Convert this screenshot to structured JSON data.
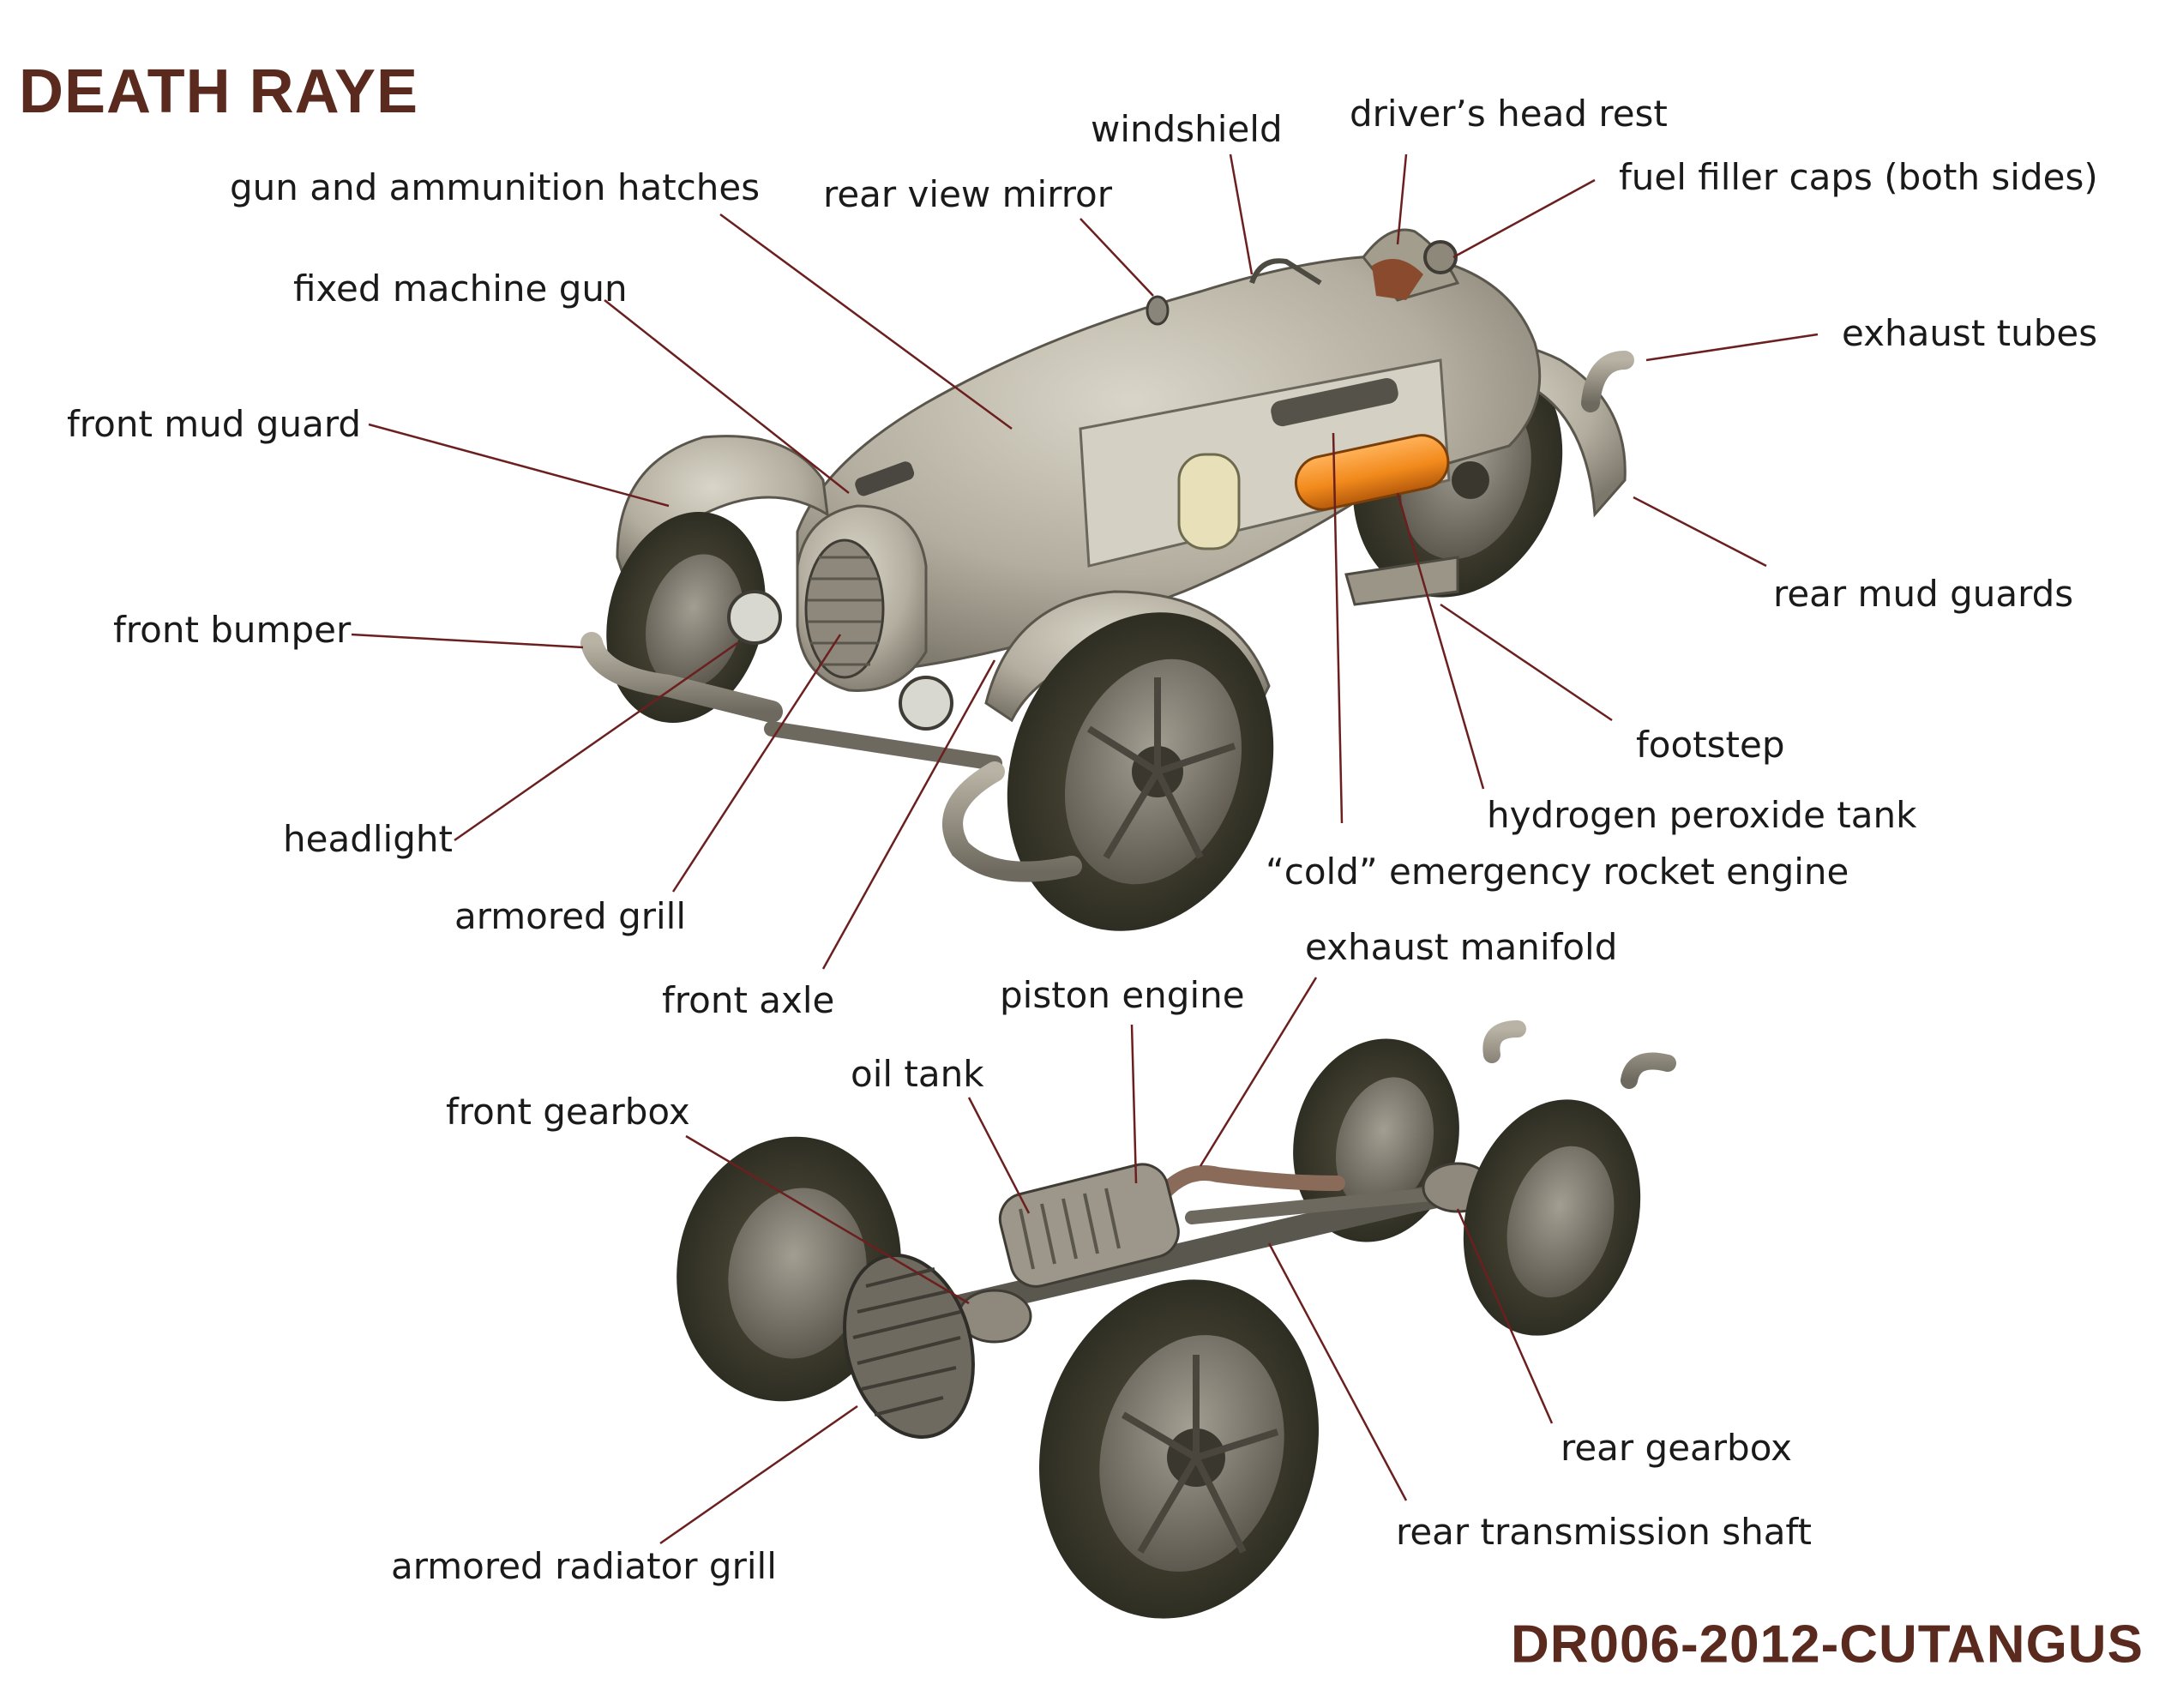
{
  "title": "DEATH RAYE",
  "footer_code": "DR006-2012-CUTANGUS",
  "colors": {
    "title": "#5a2a1e",
    "leader": "#6b1f1f",
    "body": "#bdb8a8",
    "tire": "#3b3a2e",
    "rim": "#8a857a",
    "tank": "#f28a1c"
  },
  "labels": {
    "gun_hatches": "gun and ammunition hatches",
    "rear_view_mirror": "rear view mirror",
    "windshield": "windshield",
    "head_rest": "driver’s head rest",
    "fuel_caps": "fuel filler caps (both sides)",
    "machine_gun": "fixed machine gun",
    "front_mud_guard": "front mud guard",
    "exhaust_tubes": "exhaust tubes",
    "rear_mud_guards": "rear mud guards",
    "front_bumper": "front bumper",
    "footstep": "footstep",
    "h2o2_tank": "hydrogen peroxide tank",
    "headlight": "headlight",
    "rocket_engine": "“cold” emergency rocket engine",
    "armored_grill": "armored grill",
    "front_axle": "front axle",
    "exhaust_manifold": "exhaust manifold",
    "piston_engine": "piston engine",
    "oil_tank": "oil tank",
    "front_gearbox": "front gearbox",
    "rear_gearbox": "rear gearbox",
    "rear_shaft": "rear transmission shaft",
    "radiator_grill": "armored radiator grill"
  }
}
